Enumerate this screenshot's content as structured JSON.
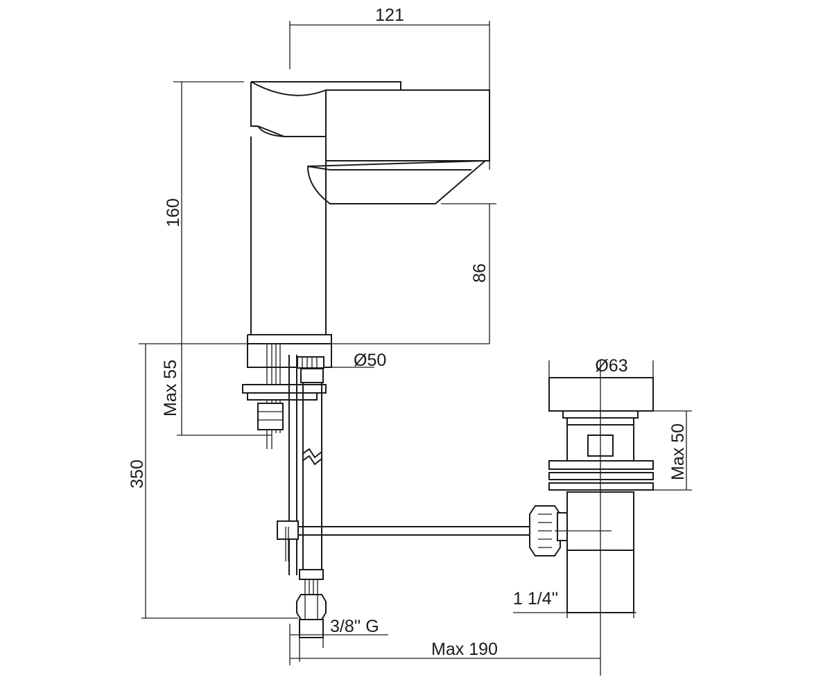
{
  "drawing": {
    "dimensions": {
      "spout_reach": "121",
      "total_height": "160",
      "spout_height": "86",
      "base_diameter": "Ø50",
      "max_deck_thickness": "Max 55",
      "hose_length": "350",
      "supply_thread": "3/8'' G",
      "waste_spacing": "Max 190",
      "plug_diameter": "Ø63",
      "waste_max_thickness": "Max 50",
      "waste_thread": "1 1/4''"
    }
  }
}
